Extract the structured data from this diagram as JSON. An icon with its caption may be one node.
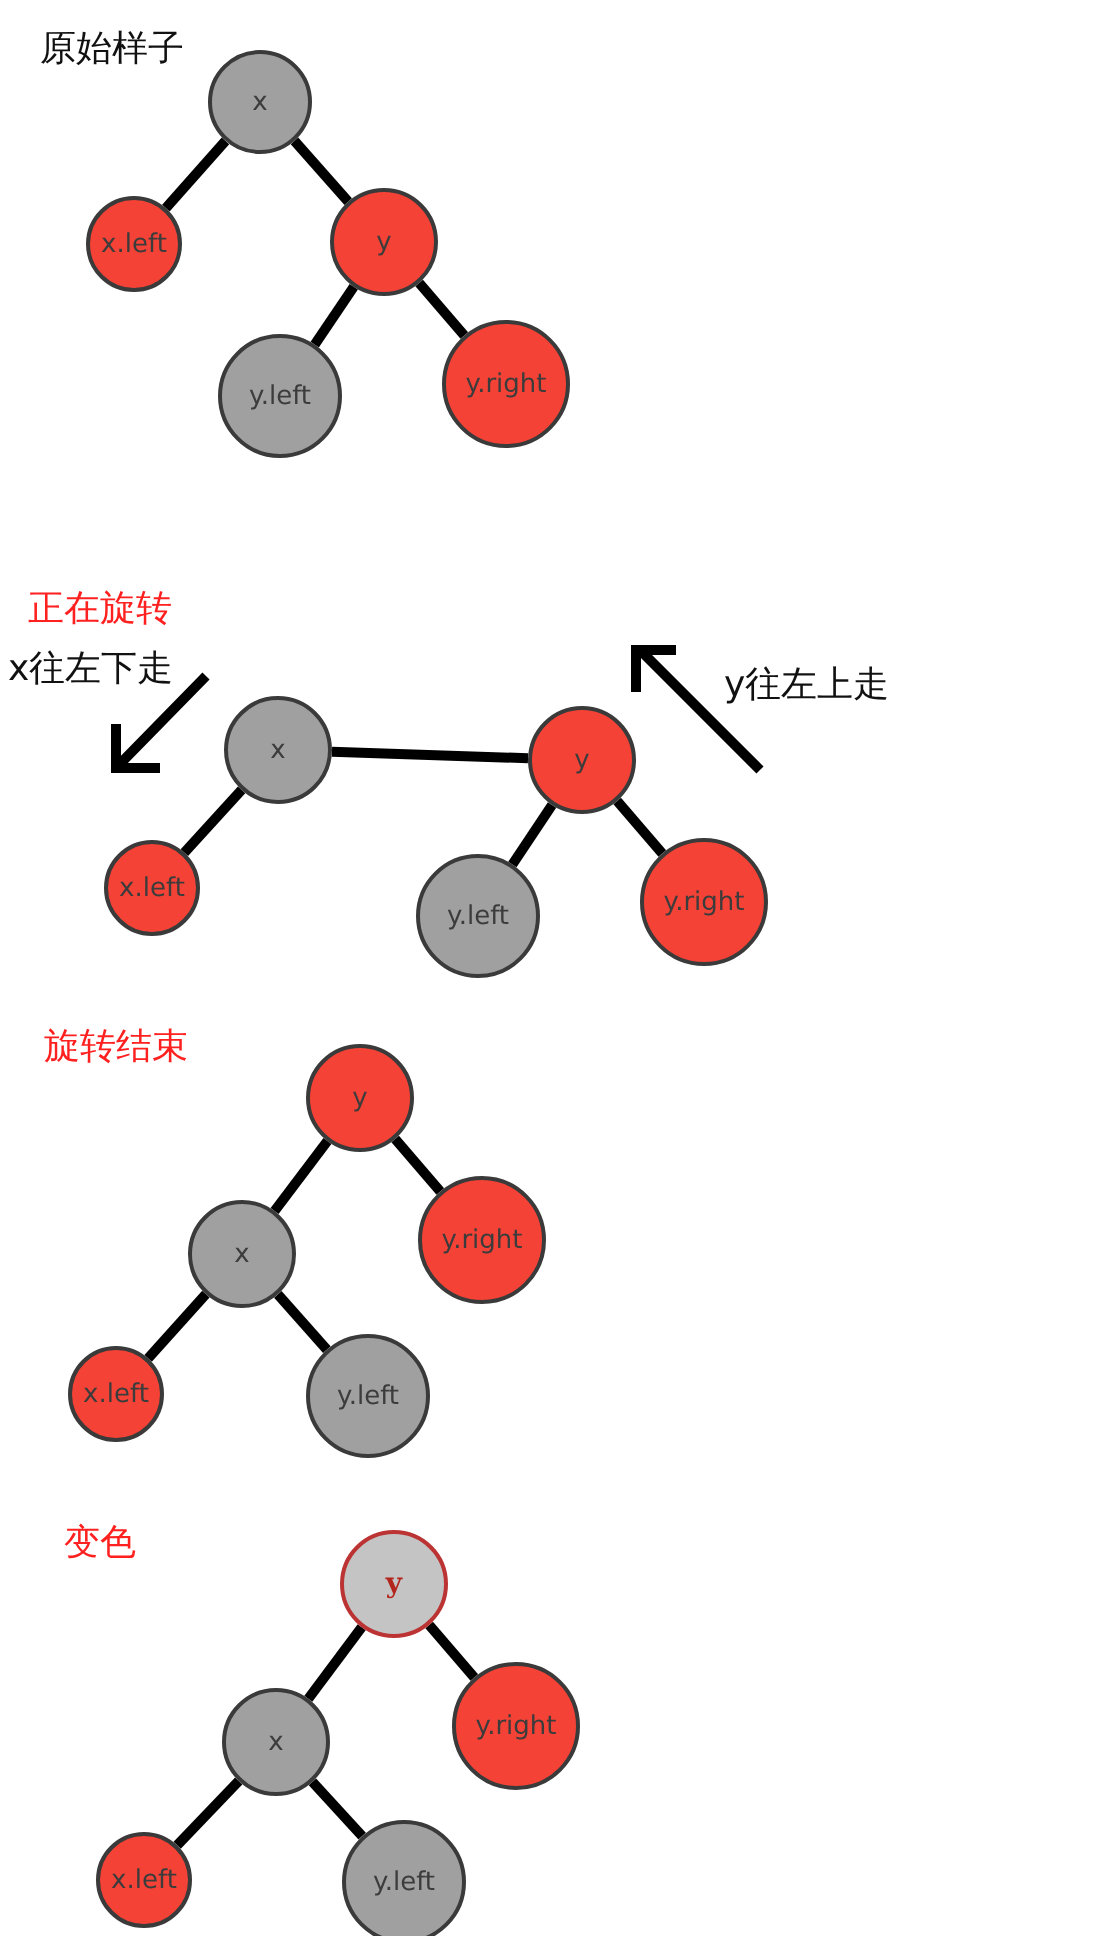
{
  "diagram": {
    "nodes": [
      {
        "text": [
          "x"
        ]
      },
      {
        "text": [
          "x.left"
        ]
      },
      {
        "text": [
          "y"
        ]
      },
      {
        "text": [
          "y.left"
        ]
      },
      {
        "text": [
          "y.right"
        ]
      },
      {
        "text": [
          "x"
        ]
      },
      {
        "text": [
          "y"
        ]
      },
      {
        "text": [
          "x.left"
        ]
      },
      {
        "text": [
          "y.left"
        ]
      },
      {
        "text": [
          "y.right"
        ]
      },
      {
        "text": [
          "y"
        ]
      },
      {
        "text": [
          "x"
        ]
      },
      {
        "text": [
          "y.right"
        ]
      },
      {
        "text": [
          "x.left"
        ]
      },
      {
        "text": [
          "y.left"
        ]
      },
      {
        "text": [
          "y"
        ]
      },
      {
        "text": [
          "x"
        ]
      },
      {
        "text": [
          "y.right"
        ]
      },
      {
        "text": [
          "x.left"
        ]
      },
      {
        "text": [
          "y.left"
        ]
      }
    ],
    "edges": [
      {
        "from": 0,
        "to": 1,
        "arrow": "none"
      },
      {
        "from": 0,
        "to": 2,
        "arrow": "none"
      },
      {
        "from": 2,
        "to": 3,
        "arrow": "none"
      },
      {
        "from": 2,
        "to": 4,
        "arrow": "none"
      },
      {
        "from": 5,
        "to": 6,
        "arrow": "none"
      },
      {
        "from": 5,
        "to": 7,
        "arrow": "none"
      },
      {
        "from": 6,
        "to": 8,
        "arrow": "none"
      },
      {
        "from": 6,
        "to": 9,
        "arrow": "none"
      },
      {
        "from": 10,
        "to": 11,
        "arrow": "none"
      },
      {
        "from": 10,
        "to": 12,
        "arrow": "none"
      },
      {
        "from": 11,
        "to": 13,
        "arrow": "none"
      },
      {
        "from": 11,
        "to": 14,
        "arrow": "none"
      },
      {
        "from": 15,
        "to": 16,
        "arrow": "none"
      },
      {
        "from": 15,
        "to": 17,
        "arrow": "none"
      },
      {
        "from": 16,
        "to": 18,
        "arrow": "none"
      },
      {
        "from": 16,
        "to": 19,
        "arrow": "none"
      }
    ],
    "labels": [
      "原始样子",
      "正在旋转",
      "x往左下走",
      "y往左上走",
      "旋转结束",
      "变色"
    ]
  }
}
